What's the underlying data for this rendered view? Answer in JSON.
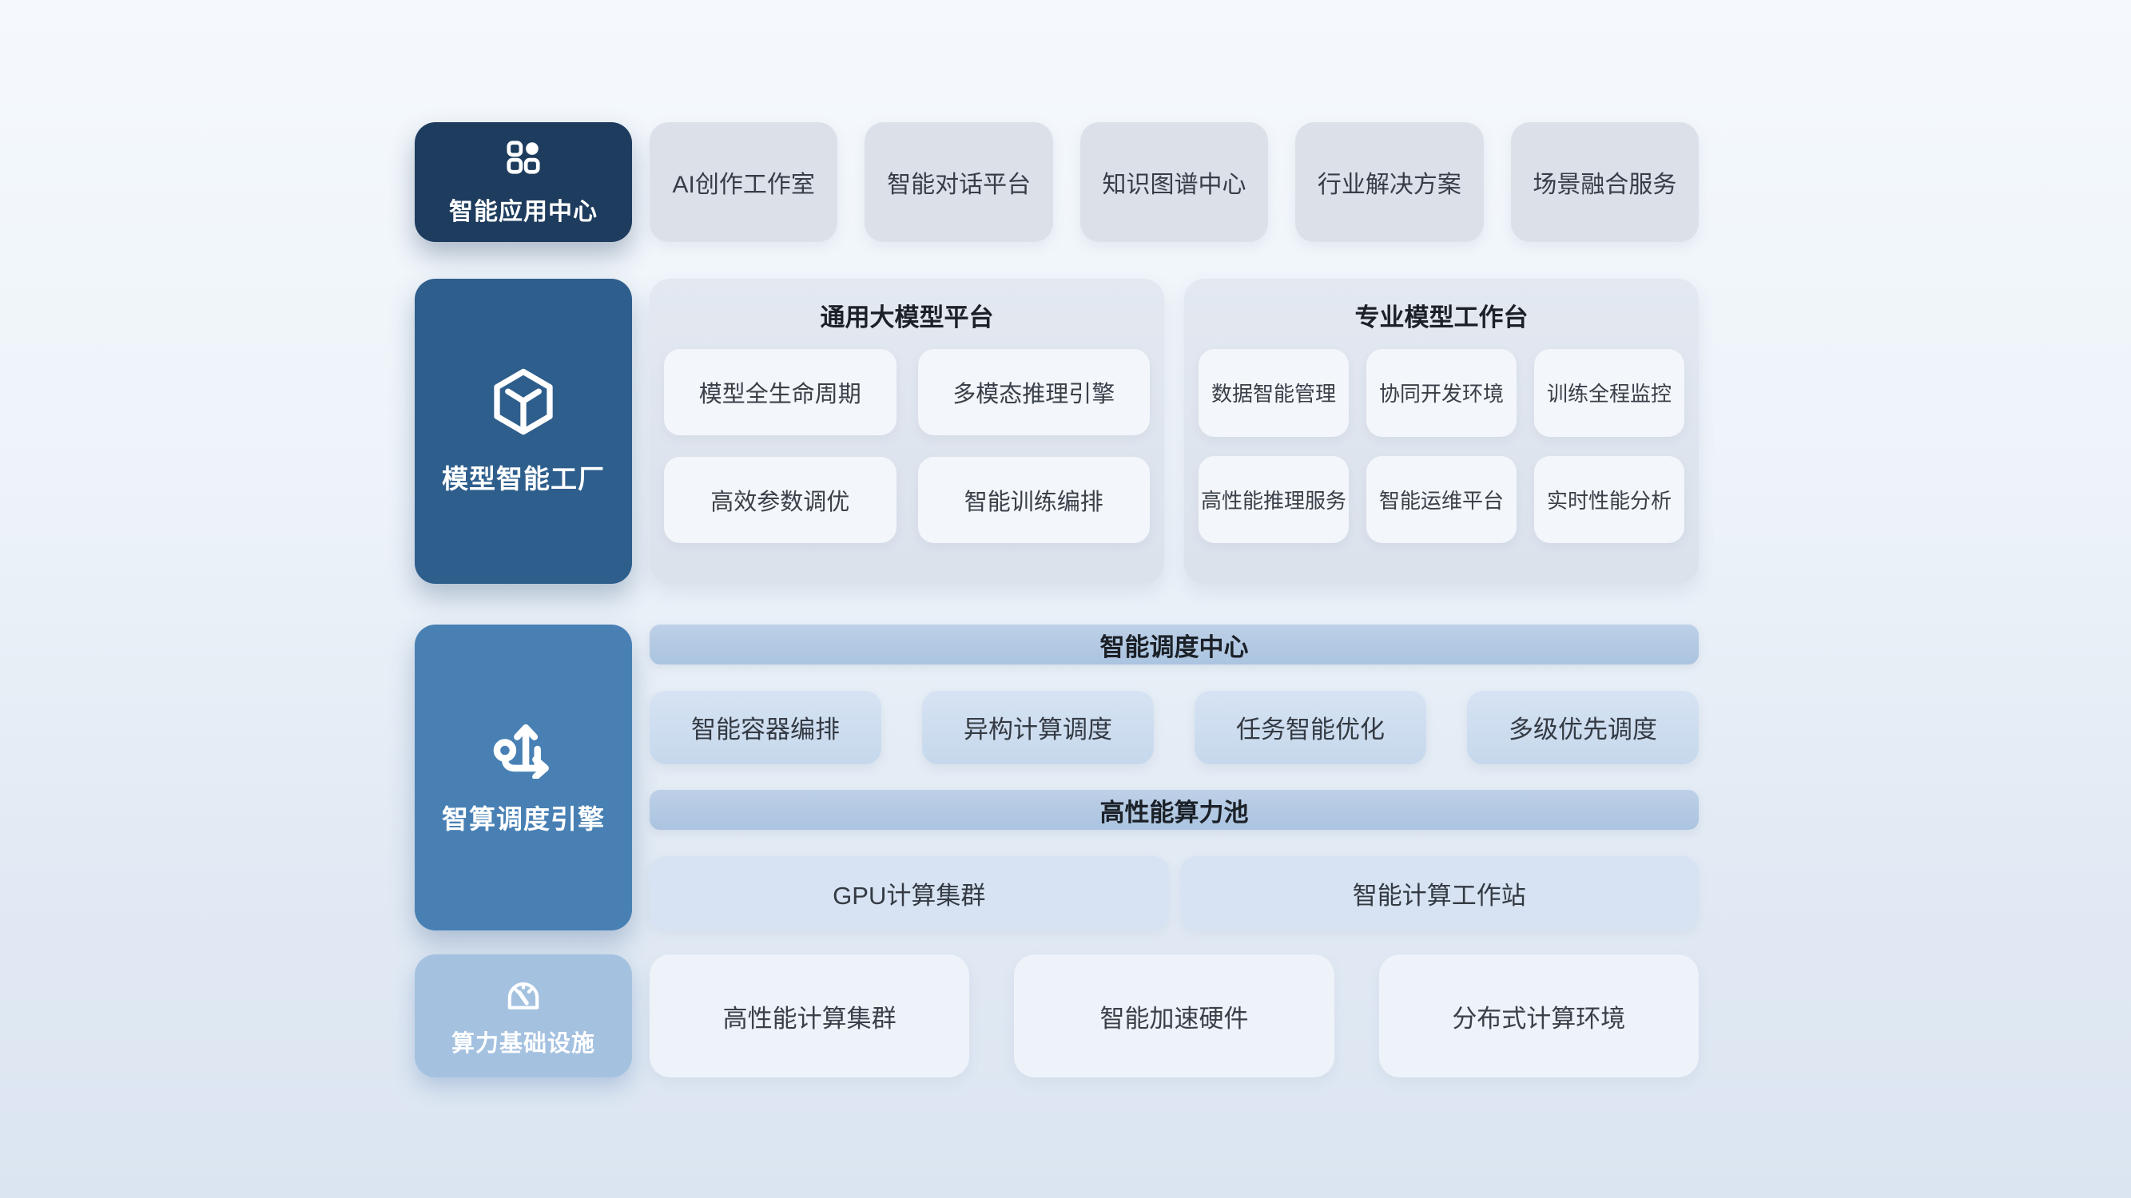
{
  "palette": {
    "background_top": "#f5f9fd",
    "background_bottom": "#dbe5f1",
    "layer_application": "#1e3c5e",
    "layer_model_factory": "#2e5e8c",
    "layer_scheduling": "#4880b4",
    "layer_infrastructure": "#a4c1e0",
    "chip_gray": "#dce1e9",
    "panel_background": "#dfe5ee",
    "card_white": "#f3f6fa",
    "header_bar_blue": "#b4c9e2",
    "scheduling_item_blue": "#cfdef0",
    "pool_item_blue": "#d7e3f2",
    "infrastructure_item": "#eef2f9",
    "item_text": "#3a4049",
    "header_text": "#1c2128"
  },
  "layers": {
    "application": {
      "label": "智能应用中心",
      "icon": "apps-grid-icon",
      "items": [
        "AI创作工作室",
        "智能对话平台",
        "知识图谱中心",
        "行业解决方案",
        "场景融合服务"
      ]
    },
    "model_factory": {
      "label": "模型智能工厂",
      "icon": "cube-icon",
      "panels": [
        {
          "title": "通用大模型平台",
          "items": [
            "模型全生命周期",
            "多模态推理引擎",
            "高效参数调优",
            "智能训练编排"
          ]
        },
        {
          "title": "专业模型工作台",
          "items": [
            "数据智能管理",
            "协同开发环境",
            "训练全程监控",
            "高性能推理服务",
            "智能运维平台",
            "实时性能分析"
          ]
        }
      ]
    },
    "scheduling": {
      "label": "智算调度引擎",
      "icon": "branch-arrows-icon",
      "groups": [
        {
          "header": "智能调度中心",
          "items": [
            "智能容器编排",
            "异构计算调度",
            "任务智能优化",
            "多级优先调度"
          ]
        },
        {
          "header": "高性能算力池",
          "items": [
            "GPU计算集群",
            "智能计算工作站"
          ]
        }
      ]
    },
    "infrastructure": {
      "label": "算力基础设施",
      "icon": "gauge-icon",
      "items": [
        "高性能计算集群",
        "智能加速硬件",
        "分布式计算环境"
      ]
    }
  }
}
